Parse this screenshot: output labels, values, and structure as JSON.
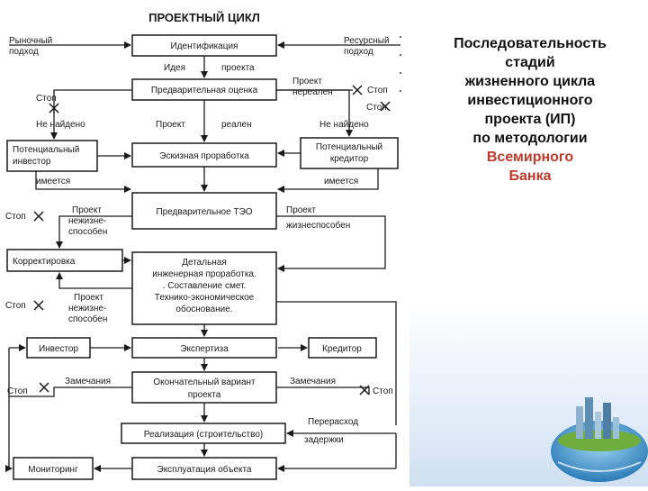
{
  "diagram": {
    "title": "ПРОЕКТНЫЙ ЦИКЛ",
    "left_top": [
      "Рыночный",
      "подход"
    ],
    "right_top": [
      "Ресурсный",
      "подход"
    ],
    "stages": {
      "identification": "Идентификация",
      "prelim": "Предварительная оценка",
      "sketch": "Эскизная проработка",
      "prefs": "Предварительное ТЭО",
      "detailed": [
        "Детальная",
        "инженерная проработка.",
        ". Составление смет.",
        "Технико-экономическое",
        "обоснование."
      ],
      "expertise": "Экспертиза",
      "final": [
        "Окончательный вариант",
        "проекта"
      ],
      "realization": "Реализация (строительство)",
      "operation": "Эксплуатация объекта"
    },
    "side_boxes": {
      "investor_potential": [
        "Потенциальный",
        "инвестор"
      ],
      "creditor_potential": [
        "Потенциальный",
        "кредитор"
      ],
      "correction": "Корректировка",
      "investor": "Инвестор",
      "creditor": "Кредитор",
      "monitoring": "Мониторинг"
    },
    "labels": {
      "idea": "Идея",
      "project_1": "проекта",
      "project_unreal": [
        "Проект",
        "нереален"
      ],
      "stop": "Стоп",
      "not_found": "Не   найдено",
      "project_2": "Проект",
      "real": "реален",
      "exists": "имеется",
      "project_nonviable": [
        "Проект",
        "нежизне-",
        "способен"
      ],
      "project_viable": [
        "Проект",
        "жизнеспособен"
      ],
      "remarks": "Замечания",
      "overrun": [
        "Перерасход",
        "задержки"
      ]
    }
  },
  "panel": {
    "title_lines": [
      "Последовательность",
      "стадий",
      "жизненного цикла",
      "инвестиционного",
      "проекта (ИП)",
      "по методологии"
    ],
    "accent_lines": [
      "Всемирного",
      "Банка"
    ]
  }
}
